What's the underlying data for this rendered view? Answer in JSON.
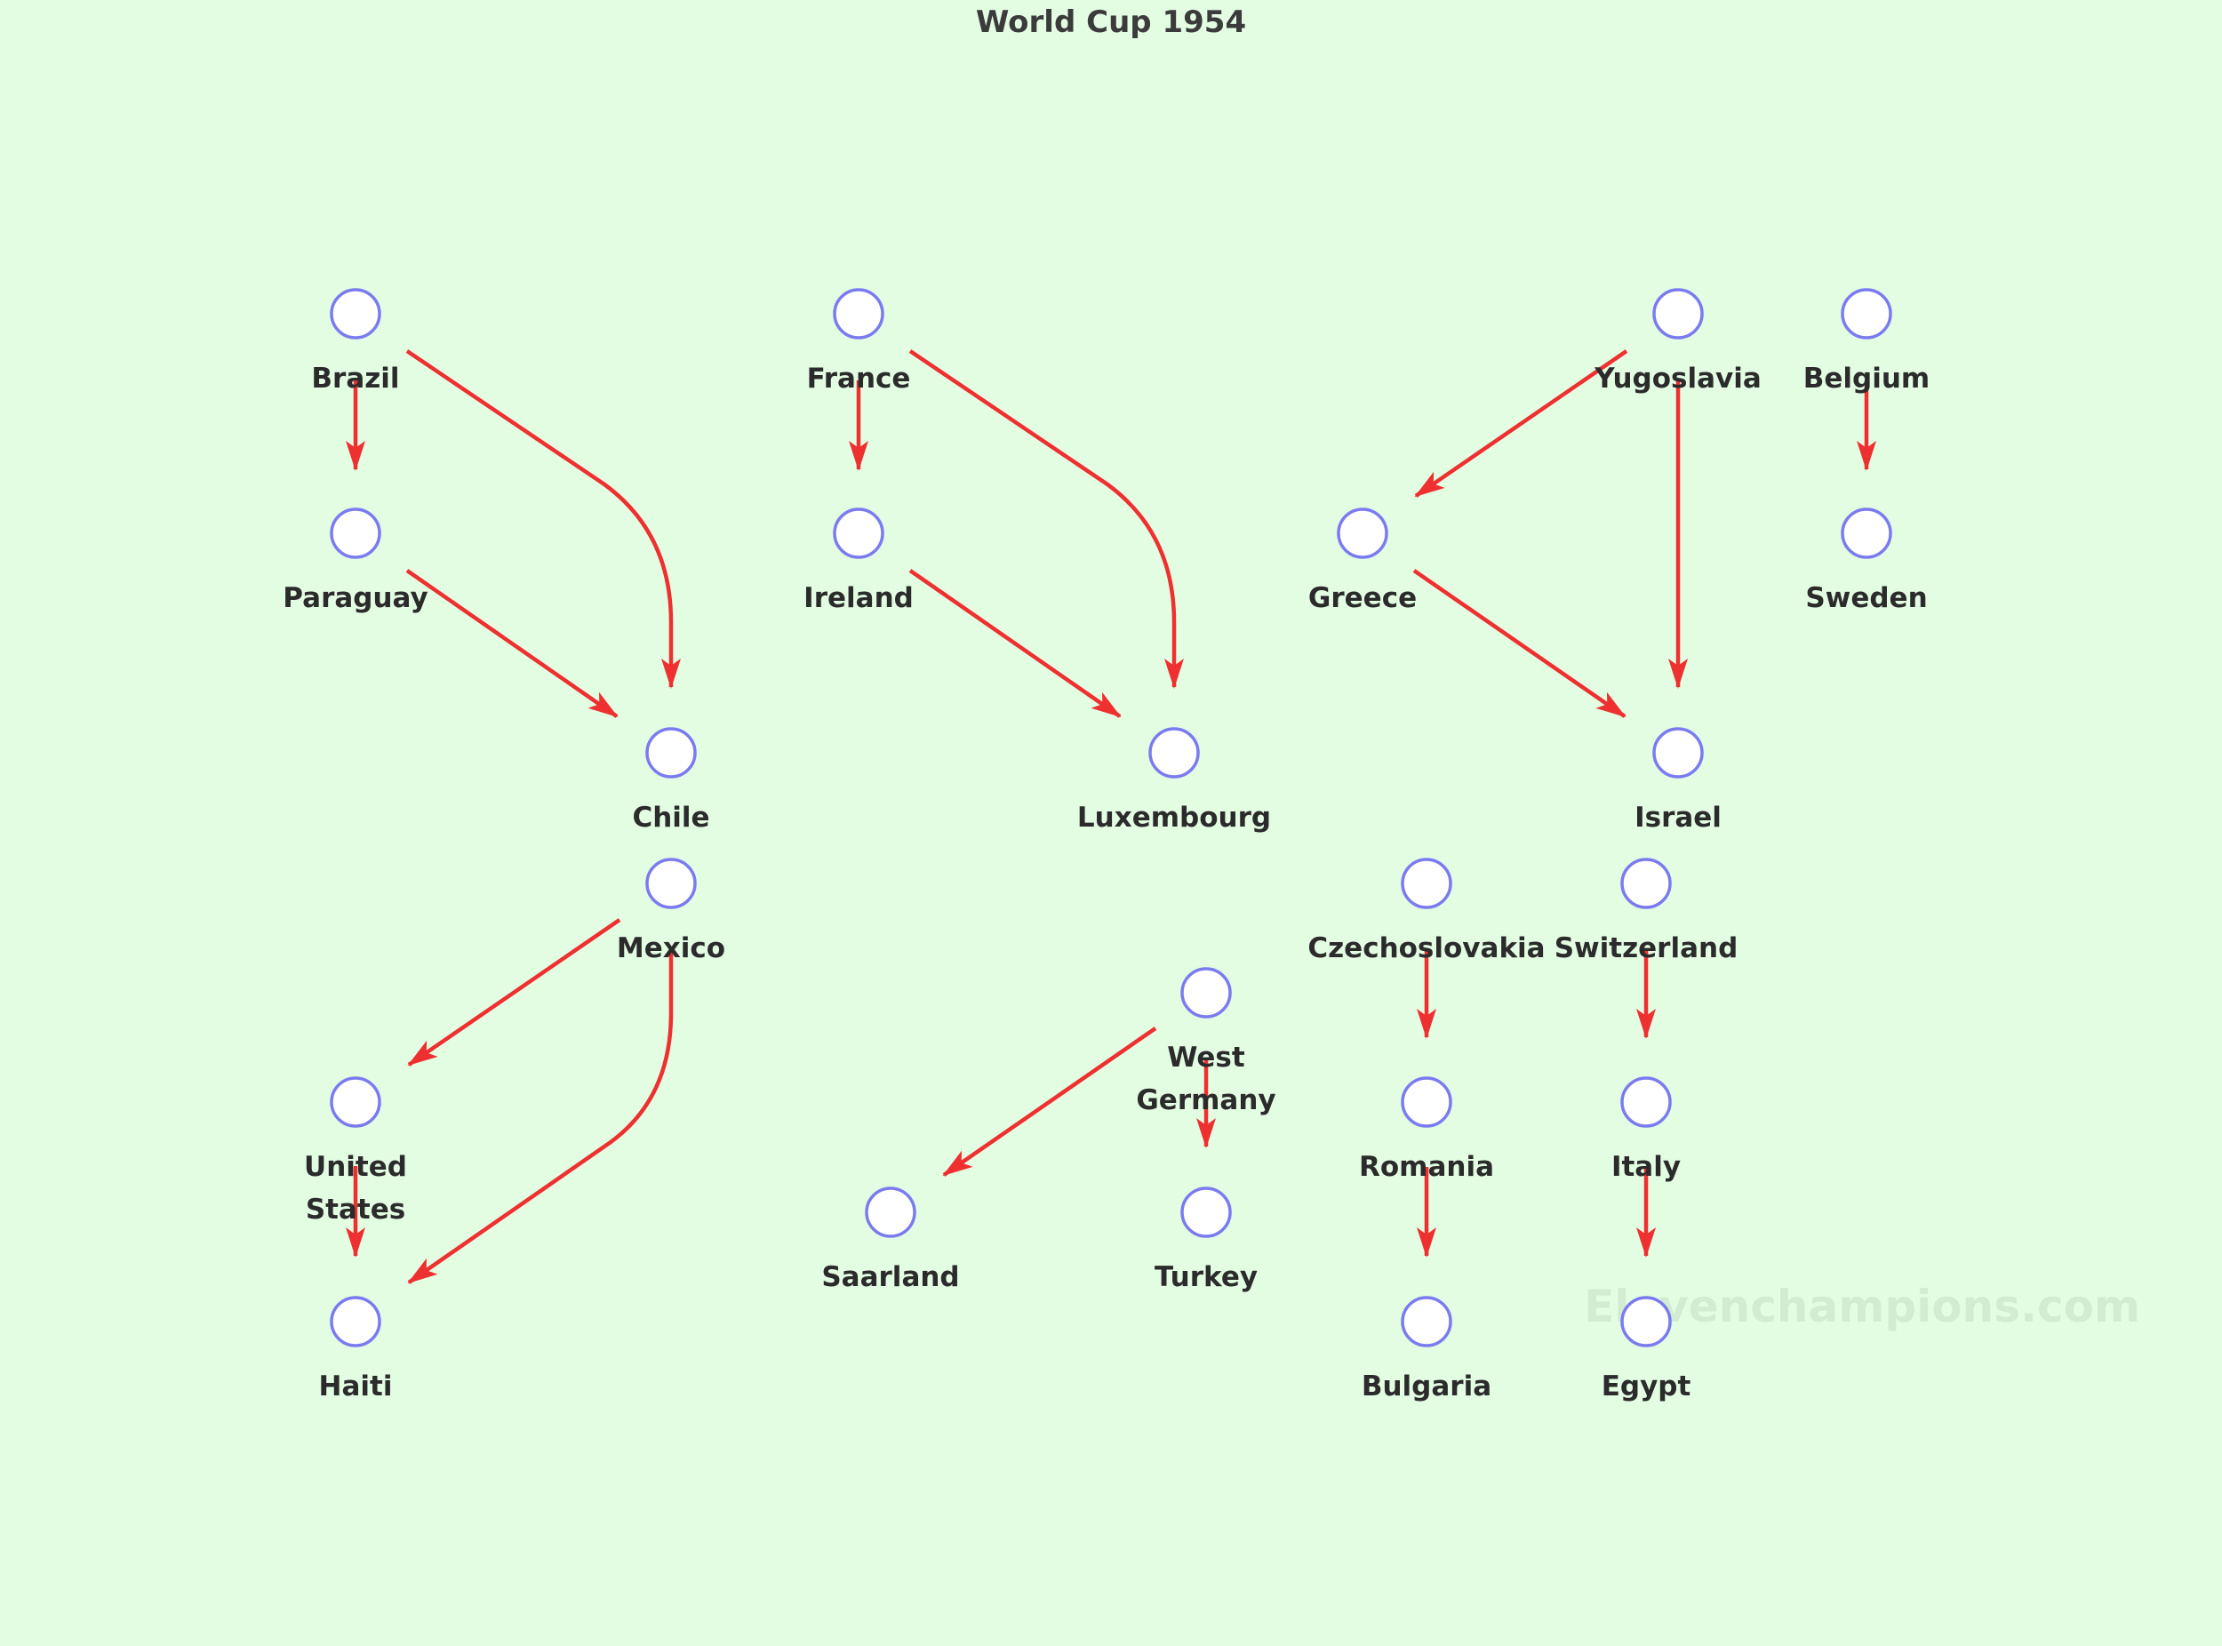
{
  "title": "World Cup 1954",
  "watermark": "Elevenchampions.com",
  "colors": {
    "background": "#e3fde3",
    "node_stroke": "#7b7bf0",
    "node_fill": "#ffffff",
    "edge": "#ee3030",
    "label": "#2b2b2b"
  },
  "nodes": [
    {
      "id": "brazil",
      "label": [
        "Brazil"
      ]
    },
    {
      "id": "paraguay",
      "label": [
        "Paraguay"
      ]
    },
    {
      "id": "chile",
      "label": [
        "Chile"
      ]
    },
    {
      "id": "mexico",
      "label": [
        "Mexico"
      ]
    },
    {
      "id": "united-states",
      "label": [
        "United",
        "States"
      ]
    },
    {
      "id": "haiti",
      "label": [
        "Haiti"
      ]
    },
    {
      "id": "france",
      "label": [
        "France"
      ]
    },
    {
      "id": "ireland",
      "label": [
        "Ireland"
      ]
    },
    {
      "id": "luxembourg",
      "label": [
        "Luxembourg"
      ]
    },
    {
      "id": "west-germany",
      "label": [
        "West",
        "Germany"
      ]
    },
    {
      "id": "saarland",
      "label": [
        "Saarland"
      ]
    },
    {
      "id": "turkey",
      "label": [
        "Turkey"
      ]
    },
    {
      "id": "yugoslavia",
      "label": [
        "Yugoslavia"
      ]
    },
    {
      "id": "greece",
      "label": [
        "Greece"
      ]
    },
    {
      "id": "israel",
      "label": [
        "Israel"
      ]
    },
    {
      "id": "belgium",
      "label": [
        "Belgium"
      ]
    },
    {
      "id": "sweden",
      "label": [
        "Sweden"
      ]
    },
    {
      "id": "czechoslovakia",
      "label": [
        "Czechoslovakia"
      ]
    },
    {
      "id": "romania",
      "label": [
        "Romania"
      ]
    },
    {
      "id": "bulgaria",
      "label": [
        "Bulgaria"
      ]
    },
    {
      "id": "switzerland",
      "label": [
        "Switzerland"
      ]
    },
    {
      "id": "italy",
      "label": [
        "Italy"
      ]
    },
    {
      "id": "egypt",
      "label": [
        "Egypt"
      ]
    }
  ],
  "edges": [
    {
      "from": "brazil",
      "to": "paraguay"
    },
    {
      "from": "brazil",
      "to": "chile"
    },
    {
      "from": "paraguay",
      "to": "chile"
    },
    {
      "from": "mexico",
      "to": "united-states"
    },
    {
      "from": "mexico",
      "to": "haiti"
    },
    {
      "from": "united-states",
      "to": "haiti"
    },
    {
      "from": "france",
      "to": "ireland"
    },
    {
      "from": "france",
      "to": "luxembourg"
    },
    {
      "from": "ireland",
      "to": "luxembourg"
    },
    {
      "from": "west-germany",
      "to": "saarland"
    },
    {
      "from": "west-germany",
      "to": "turkey"
    },
    {
      "from": "yugoslavia",
      "to": "greece"
    },
    {
      "from": "yugoslavia",
      "to": "israel"
    },
    {
      "from": "greece",
      "to": "israel"
    },
    {
      "from": "belgium",
      "to": "sweden"
    },
    {
      "from": "czechoslovakia",
      "to": "romania"
    },
    {
      "from": "romania",
      "to": "bulgaria"
    },
    {
      "from": "switzerland",
      "to": "italy"
    },
    {
      "from": "italy",
      "to": "egypt"
    }
  ]
}
